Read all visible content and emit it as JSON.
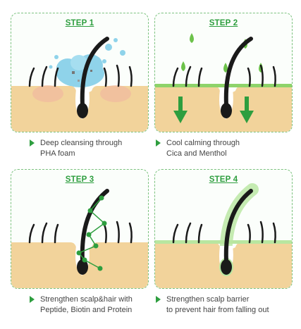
{
  "colors": {
    "accent": "#2e9e3f",
    "border": "#7cc27f",
    "skin": "#f2d39b",
    "hair": "#1a1a1a",
    "foam": "#8fd3ea",
    "calm": "#8ed36a"
  },
  "steps": [
    {
      "label": "STEP 1",
      "caption": [
        "Deep cleansing through",
        "PHA foam"
      ]
    },
    {
      "label": "STEP 2",
      "caption": [
        "Cool calming through",
        "Cica and Menthol"
      ]
    },
    {
      "label": "STEP 3",
      "caption": [
        "Strengthen scalp&hair with",
        "Peptide, Biotin and Protein"
      ]
    },
    {
      "label": "STEP 4",
      "caption": [
        "Strengthen scalp barrier",
        "to prevent hair from falling out"
      ]
    }
  ]
}
